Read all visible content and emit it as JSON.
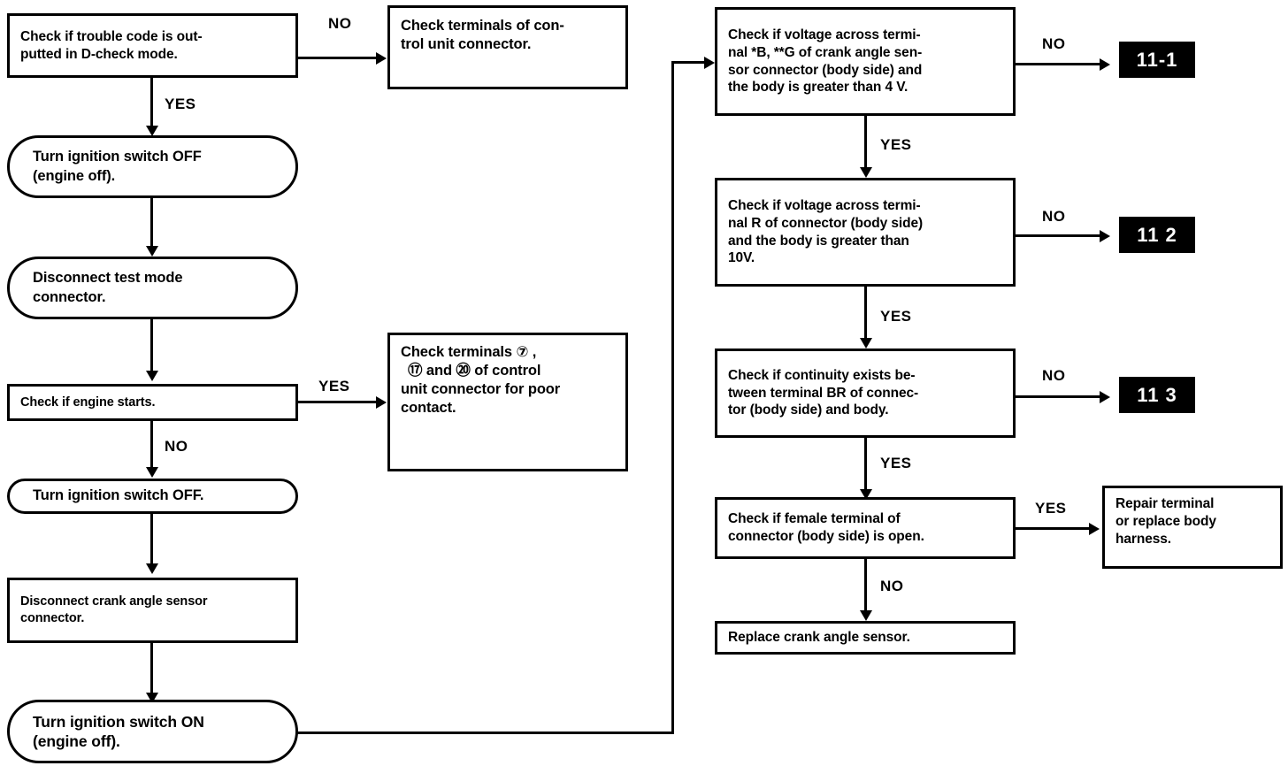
{
  "diagram": {
    "title": "Crank angle sensor trouble diagnosis flow chart",
    "type": "flowchart",
    "ink_color": "#000000",
    "paper_color": "#ffffff",
    "badge_bg": "#000000",
    "badge_fg": "#ffffff"
  },
  "nodes": {
    "check_trouble_code": "Check if trouble code is out-\nputted in D-check mode.",
    "check_terminals_cu": "Check terminals of con-\ntrol unit connector.",
    "turn_ign_off_engine_off": "Turn ignition switch OFF\n(engine off).",
    "disconnect_test_mode": "Disconnect test mode\nconnector.",
    "check_engine_starts": "Check if engine starts.",
    "check_terminals_poor_contact_l1": "Check terminals ⑦ ,",
    "check_terminals_poor_contact_l2": "⑰ and ⑳ of control",
    "check_terminals_poor_contact_l3": "unit connector for poor",
    "check_terminals_poor_contact_l4": "contact.",
    "turn_ign_off": "Turn ignition switch OFF.",
    "disconnect_crank_sensor": "Disconnect crank angle sensor\nconnector.",
    "turn_ign_on_engine_off": "Turn ignition switch ON\n(engine off).",
    "check_voltage_bg": "Check if voltage across termi-\nnal *B, **G of crank angle sen-\nsor connector (body side) and\nthe body is greater than 4 V.",
    "check_voltage_r": "Check if voltage across termi-\nnal R of connector (body side)\nand the body is greater than\n10V.",
    "check_continuity_br": "Check if continuity exists be-\ntween terminal BR of connec-\ntor (body side) and body.",
    "check_female_terminal": "Check if female terminal of\nconnector (body side) is open.",
    "repair_terminal": "Repair terminal\nor replace body\nharness.",
    "replace_crank_sensor": "Replace crank angle sensor."
  },
  "badges": {
    "code_11_1": "11-1",
    "code_11_2": "11 2",
    "code_11_3": "11 3"
  },
  "edge_labels": {
    "no_1": "NO",
    "yes_1": "YES",
    "yes_2": "YES",
    "no_2": "NO",
    "no_3": "NO",
    "yes_3": "YES",
    "no_4": "NO",
    "yes_4": "YES",
    "no_5": "NO",
    "yes_5": "YES",
    "yes_6": "YES",
    "no_6": "NO"
  }
}
